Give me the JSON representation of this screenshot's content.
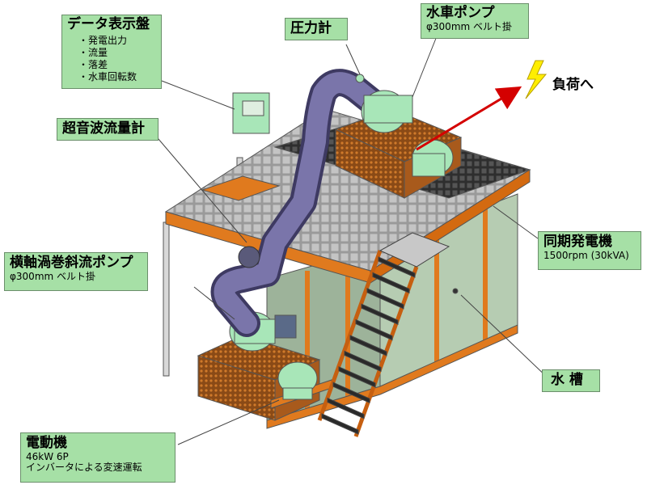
{
  "labels": {
    "data_panel": {
      "title": "データ表示盤",
      "items": [
        "発電出力",
        "流量",
        "落差",
        "水車回転数"
      ]
    },
    "pressure_gauge": {
      "title": "圧力計"
    },
    "turbine_pump": {
      "title": "水車ポンプ",
      "sub": "φ300mm ベルト掛"
    },
    "load": {
      "title": "負荷へ"
    },
    "ultrasonic_flowmeter": {
      "title": "超音波流量計"
    },
    "synchronous_generator": {
      "title": "同期発電機",
      "sub": "1500rpm (30kVA)"
    },
    "horizontal_pump": {
      "title": "横軸渦巻斜流ポンプ",
      "sub": "φ300mm ベルト掛"
    },
    "water_tank": {
      "title": "水 槽"
    },
    "motor": {
      "title": "電動機",
      "sub1": "46kW 6P",
      "sub2": "インバータによる変速運転"
    }
  },
  "colors": {
    "frame_orange": "#e07a1e",
    "pipe_purple": "#6f6a9e",
    "machine_green": "#a8e6b8",
    "tank_green": "#a8bfa4",
    "grating_dark": "#3c3c3c",
    "grating_light": "#b7b7b7",
    "label_bg": "#a6e0a6",
    "arrow_red": "#d40000",
    "bolt_yellow": "#ffee00"
  }
}
